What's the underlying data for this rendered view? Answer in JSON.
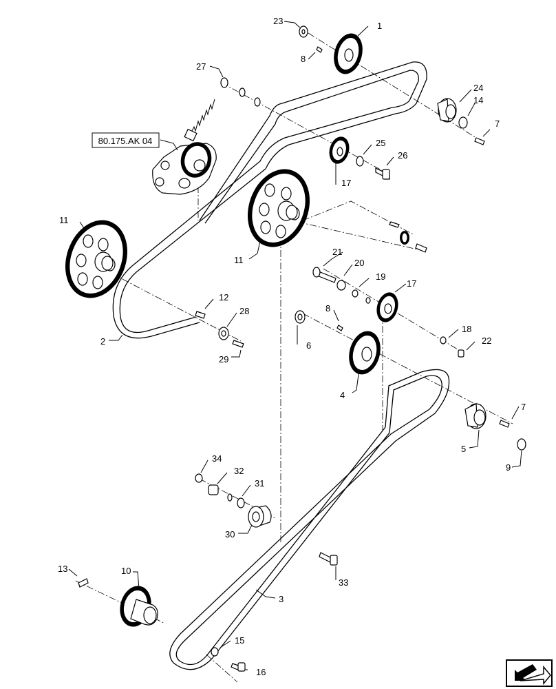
{
  "diagram": {
    "reference_box": "80.175.AK 04",
    "callouts": {
      "c1": "1",
      "c2": "2",
      "c3": "3",
      "c4": "4",
      "c5": "5",
      "c6": "6",
      "c7a": "7",
      "c7b": "7",
      "c8a": "8",
      "c8b": "8",
      "c9": "9",
      "c10": "10",
      "c11a": "11",
      "c11b": "11",
      "c12": "12",
      "c13": "13",
      "c14": "14",
      "c15": "15",
      "c16": "16",
      "c17a": "17",
      "c17b": "17",
      "c18": "18",
      "c19": "19",
      "c20": "20",
      "c21": "21",
      "c22": "22",
      "c23": "23",
      "c24": "24",
      "c25": "25",
      "c26": "26",
      "c27": "27",
      "c28": "28",
      "c29": "29",
      "c30": "30",
      "c31": "31",
      "c32": "32",
      "c33": "33",
      "c34": "34"
    },
    "nav_icon": "next-page-arrow-icon"
  }
}
